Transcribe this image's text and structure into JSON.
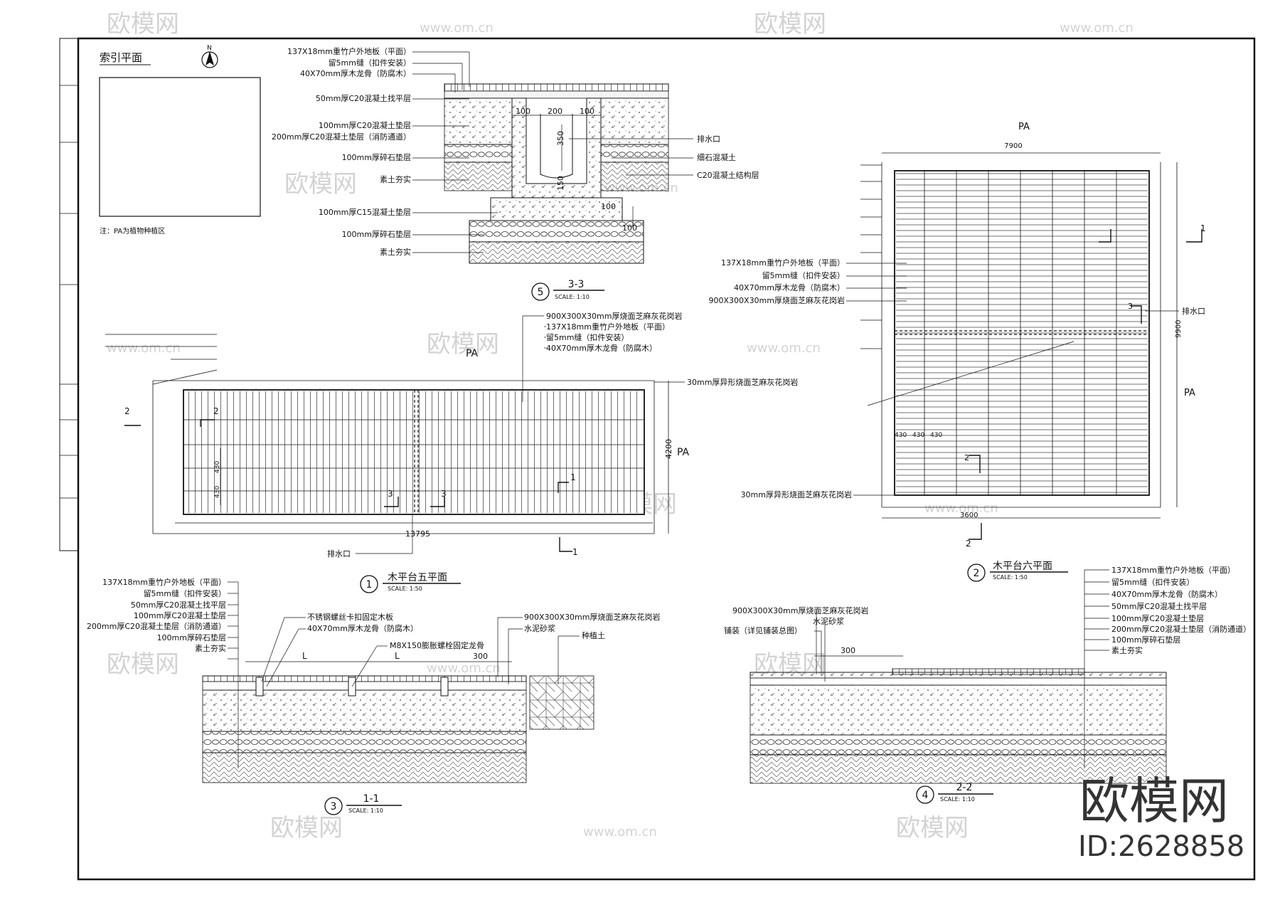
{
  "watermark": {
    "brand": "欧模网",
    "url": "www.om.cn",
    "id": "ID:2628858"
  },
  "index_plan": {
    "title": "索引平面",
    "north": "N",
    "note": "注：PA为植物种植区"
  },
  "labels": {
    "board": "137X18mm重竹户外地板（平面）",
    "gap": "留5mm缝（扣件安装）",
    "joist": "40X70mm厚木龙骨（防腐木）",
    "screed50": "50mm厚C20混凝土找平层",
    "c20_100": "100mm厚C20混凝土垫层",
    "c20_200": "200mm厚C20混凝土垫层（消防通道）",
    "gravel": "100mm厚碎石垫层",
    "soil": "素土夯实",
    "c15": "100mm厚C15混凝土垫层",
    "drain": "排水口",
    "fine_concrete": "细石混凝土",
    "c20_struct": "C20混凝土结构层",
    "granite": "900X300X30mm厚烧面芝麻灰花岗岩",
    "granite_odd": "30mm厚异形烧面芝麻灰花岗岩",
    "steel_clip": "不锈钢螺丝卡扣固定木板",
    "bolt": "M8X150膨胀螺栓固定龙骨",
    "mortar": "水泥砂浆",
    "planting_soil": "种植土",
    "paving": "铺装（详见铺装总图）"
  },
  "dims": {
    "d100": "100",
    "d200": "200",
    "d350": "350",
    "d150": "150",
    "w5": "13795",
    "h5": "4200",
    "w6": "7900",
    "h6": "9900",
    "w6b": "3600",
    "seg": "430",
    "d300": "300",
    "L": "L"
  },
  "markers": {
    "one": "1",
    "two": "2",
    "three": "3",
    "four": "4",
    "five": "5",
    "pa": "PA"
  },
  "titles": {
    "d1": {
      "num": "1",
      "name": "木平台五平面",
      "scale": "SCALE:  1:50"
    },
    "d2": {
      "num": "2",
      "name": "木平台六平面",
      "scale": "SCALE:  1:50"
    },
    "d3": {
      "num": "3",
      "name": "1-1",
      "scale": "SCALE:  1:10"
    },
    "d4": {
      "num": "4",
      "name": "2-2",
      "scale": "SCALE:  1:10"
    },
    "d5": {
      "num": "5",
      "name": "3-3",
      "scale": "SCALE:  1:10"
    }
  }
}
